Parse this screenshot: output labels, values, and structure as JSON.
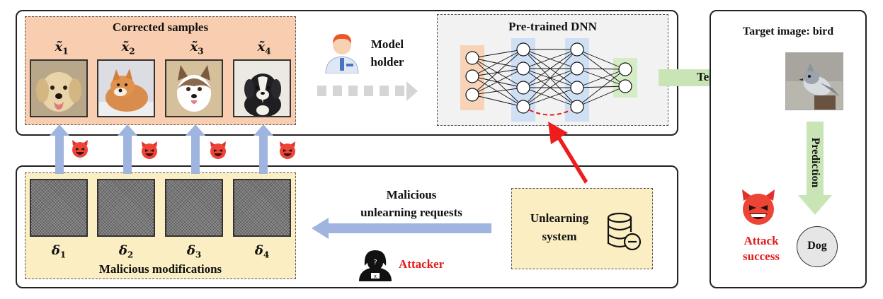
{
  "corrected": {
    "title": "Corrected samples",
    "labels": [
      "x̃",
      "x̃",
      "x̃",
      "x̃"
    ],
    "subs": [
      "1",
      "2",
      "3",
      "4"
    ],
    "images": [
      "golden-retriever",
      "shiba-inu",
      "husky",
      "puppy"
    ]
  },
  "model_holder": {
    "line1": "Model",
    "line2": "holder"
  },
  "dnn": {
    "title": "Pre-trained DNN"
  },
  "target": {
    "title": "Target image: bird",
    "image": "bird"
  },
  "testing_label": "Testing",
  "prediction_label": "Prediction",
  "attack": {
    "line1": "Attack",
    "line2": "success"
  },
  "dog_label": "Dog",
  "malicious_requests": {
    "line1": "Malicious",
    "line2": "unlearning requests"
  },
  "unlearning_system": {
    "line1": "Unlearning",
    "line2": "system"
  },
  "attacker_label": "Attacker",
  "modifications": {
    "title": "Malicious modifications",
    "labels": [
      "δ",
      "δ",
      "δ",
      "δ"
    ],
    "subs": [
      "1",
      "2",
      "3",
      "4"
    ]
  },
  "colors": {
    "peach": "#f8cdb0",
    "yellow": "#fbeec3",
    "blue_arrow": "#9fb4de",
    "green": "#c9e5b6",
    "red": "#e31b1b",
    "dnn_blue": "#cfdff4",
    "dnn_orange": "#f8d3b8",
    "dnn_green": "#d5ecc6"
  }
}
